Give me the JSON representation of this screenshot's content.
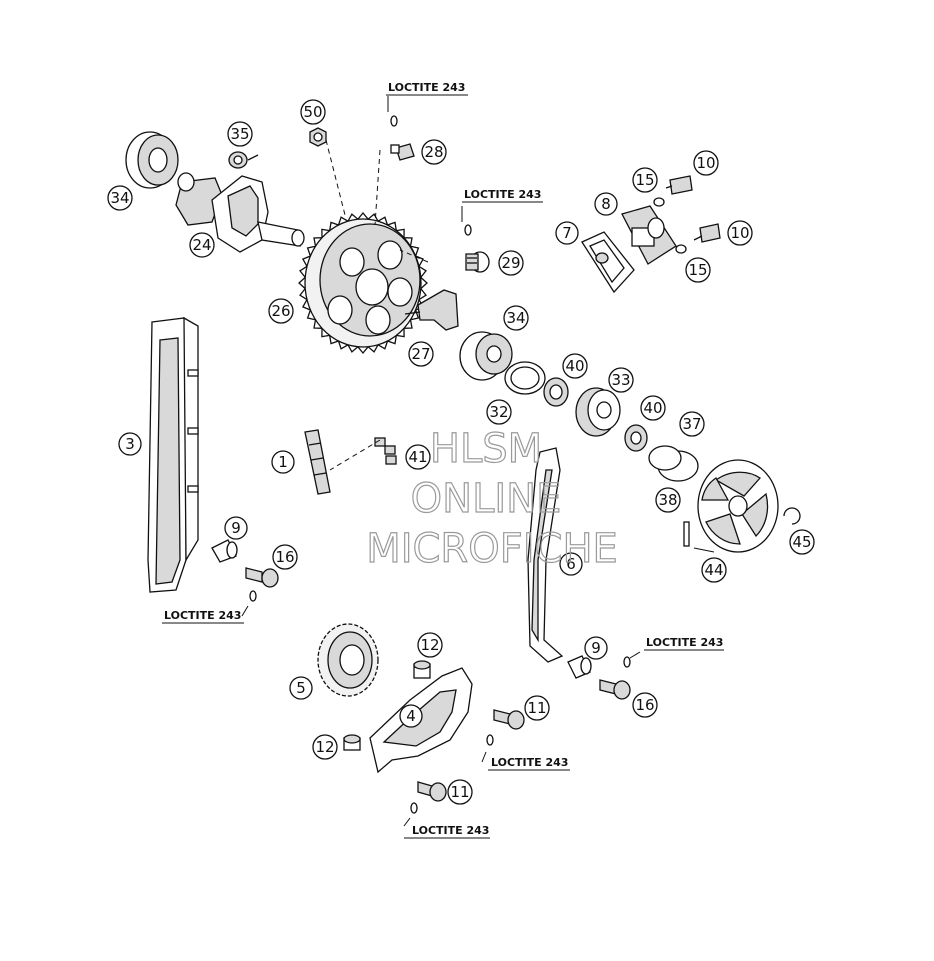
{
  "watermark": {
    "line1": "HLSM",
    "line2": "ONLINE",
    "line3": "MICROFICHE",
    "color": "#9a9a9a"
  },
  "annotation_text": "LOCTITE 243",
  "callouts": {
    "c1": "1",
    "c3": "3",
    "c4": "4",
    "c5": "5",
    "c6": "6",
    "c7": "7",
    "c8": "8",
    "c9a": "9",
    "c9b": "9",
    "c10a": "10",
    "c10b": "10",
    "c11a": "11",
    "c11b": "11",
    "c12a": "12",
    "c12b": "12",
    "c15a": "15",
    "c15b": "15",
    "c16a": "16",
    "c16b": "16",
    "c24": "24",
    "c26": "26",
    "c27": "27",
    "c28": "28",
    "c29": "29",
    "c32": "32",
    "c33": "33",
    "c34a": "34",
    "c34b": "34",
    "c35": "35",
    "c37": "37",
    "c38": "38",
    "c40a": "40",
    "c40b": "40",
    "c41": "41",
    "c44": "44",
    "c45": "45",
    "c50": "50"
  },
  "colors": {
    "line": "#111111",
    "shade": "#d9d9d9",
    "background": "#ffffff"
  }
}
